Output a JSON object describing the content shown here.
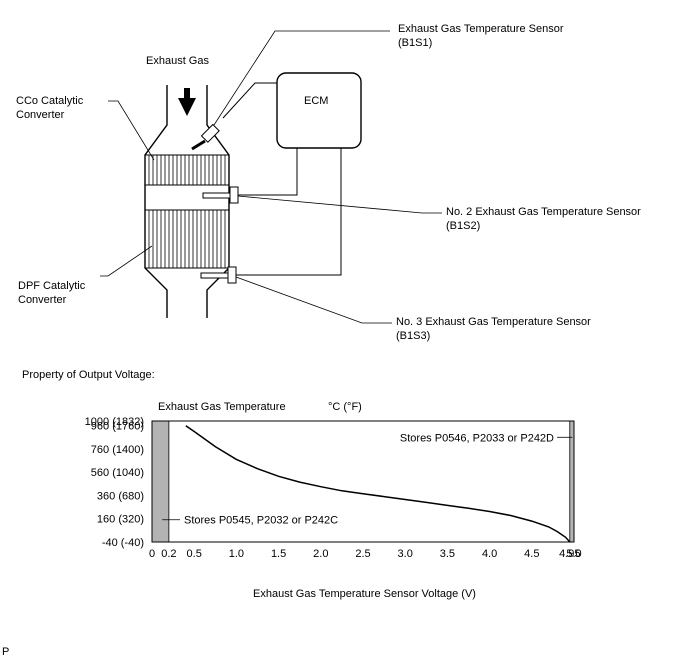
{
  "diagram": {
    "exhaust_gas_label": "Exhaust Gas",
    "ecm_label": "ECM",
    "cco_label_line1": "CCo Catalytic",
    "cco_label_line2": "Converter",
    "dpf_label_line1": "DPF Catalytic",
    "dpf_label_line2": "Converter",
    "sensor1_line1": "Exhaust Gas Temperature Sensor",
    "sensor1_line2": "(B1S1)",
    "sensor2_line1": "No. 2 Exhaust Gas Temperature Sensor",
    "sensor2_line2": "(B1S2)",
    "sensor3_line1": "No. 3 Exhaust Gas Temperature Sensor",
    "sensor3_line2": "(B1S3)"
  },
  "chart_data": {
    "type": "line",
    "section_title": "Property of Output Voltage:",
    "ylabel": "Exhaust Gas Temperature",
    "yunit": "°C (°F)",
    "xlabel": "Exhaust Gas Temperature Sensor Voltage (V)",
    "xlim": [
      0,
      5.0
    ],
    "ylim": [
      -40,
      1000
    ],
    "x_ticks": [
      {
        "v": 0,
        "label": "0"
      },
      {
        "v": 0.2,
        "label": "0.2"
      },
      {
        "v": 0.5,
        "label": "0.5"
      },
      {
        "v": 1.0,
        "label": "1.0"
      },
      {
        "v": 1.5,
        "label": "1.5"
      },
      {
        "v": 2.0,
        "label": "2.0"
      },
      {
        "v": 2.5,
        "label": "2.5"
      },
      {
        "v": 3.0,
        "label": "3.0"
      },
      {
        "v": 3.5,
        "label": "3.5"
      },
      {
        "v": 4.0,
        "label": "4.0"
      },
      {
        "v": 4.5,
        "label": "4.5"
      },
      {
        "v": 4.95,
        "label": "4.95"
      },
      {
        "v": 5.0,
        "label": "5.0"
      }
    ],
    "y_ticks": [
      {
        "v": 1000,
        "label": "1000 (1832)"
      },
      {
        "v": 960,
        "label": "960 (1760)"
      },
      {
        "v": 760,
        "label": "760 (1400)"
      },
      {
        "v": 560,
        "label": "560 (1040)"
      },
      {
        "v": 360,
        "label": "360 (680)"
      },
      {
        "v": 160,
        "label": "160 (320)"
      },
      {
        "v": -40,
        "label": "-40 (-40)"
      }
    ],
    "curve": {
      "x": [
        0.4,
        0.5,
        0.75,
        1.0,
        1.25,
        1.5,
        1.75,
        2.0,
        2.25,
        2.5,
        2.75,
        3.0,
        3.25,
        3.5,
        3.75,
        4.0,
        4.25,
        4.5,
        4.7,
        4.8,
        4.9,
        4.95
      ],
      "y": [
        960,
        910,
        780,
        670,
        590,
        525,
        475,
        435,
        400,
        375,
        350,
        325,
        300,
        275,
        250,
        222,
        188,
        140,
        90,
        50,
        0,
        -40
      ]
    },
    "low_band": {
      "x0": 0,
      "x1": 0.2,
      "label": "Stores P0545, P2032 or P242C"
    },
    "high_band": {
      "x0": 4.95,
      "x1": 5.0,
      "label": "Stores P0546, P2033 or P242D"
    },
    "band_color": "#b3b3b3"
  },
  "footer_mark": "P"
}
